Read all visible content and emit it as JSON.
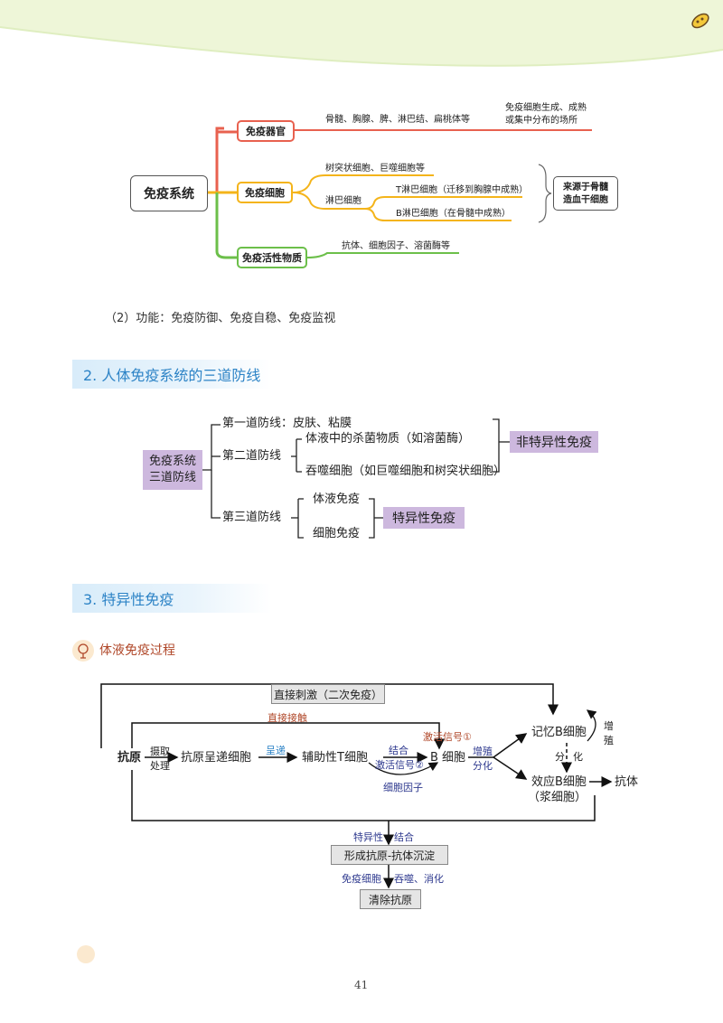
{
  "mindmap": {
    "root": "免疫系统",
    "organs": {
      "label": "免疫器官",
      "desc": "骨髓、胸腺、脾、淋巴结、扁桃体等",
      "note": [
        "免疫细胞生成、成熟",
        "或集中分布的场所"
      ]
    },
    "cells": {
      "label": "免疫细胞",
      "item1": "树突状细胞、巨噬细胞等",
      "lymph": "淋巴细胞",
      "t_cell": "T淋巴细胞（迁移到胸腺中成熟）",
      "b_cell": "B淋巴细胞（在骨髓中成熟）",
      "origin": [
        "来源于骨髓",
        "造血干细胞"
      ]
    },
    "active": {
      "label": "免疫活性物质",
      "desc": "抗体、细胞因子、溶菌酶等"
    }
  },
  "function_text": "（2）功能：免疫防御、免疫自稳、免疫监视",
  "section2": {
    "title": "2. 人体免疫系统的三道防线"
  },
  "defense": {
    "root": [
      "免疫系统",
      "三道防线"
    ],
    "first": "第一道防线：皮肤、粘膜",
    "second": "第二道防线",
    "second_a": "体液中的杀菌物质（如溶菌酶）",
    "second_b": "吞噬细胞（如巨噬细胞和树突状细胞）",
    "nonspecific": "非特异性免疫",
    "third": "第三道防线",
    "third_a": "体液免疫",
    "third_b": "细胞免疫",
    "specific": "特异性免疫"
  },
  "section3": {
    "title": "3. 特异性免疫"
  },
  "subtitle": "体液免疫过程",
  "flow": {
    "direct_stim": "直接刺激（二次免疫）",
    "direct_contact": "直接接触",
    "antigen": "抗原",
    "uptake": [
      "摄取",
      "处理"
    ],
    "apc": "抗原呈递细胞",
    "present": "呈递",
    "helper_t": "辅助性T细胞",
    "bind": "结合",
    "signal1": "激活信号①",
    "signal2": "激活信号②",
    "cytokine": "细胞因子",
    "b_cell": "B 细胞",
    "prolif": [
      "增殖",
      "分化"
    ],
    "memory_b": "记忆B细胞",
    "zengzhi": [
      "增",
      "殖"
    ],
    "fenhua": [
      "分",
      "化"
    ],
    "plasma": [
      "效应B细胞",
      "（浆细胞）"
    ],
    "antibody": "抗体",
    "specific_bind": [
      "特异性",
      "结合"
    ],
    "precipitate": "形成抗原-抗体沉淀",
    "immune_cell": "免疫细胞",
    "phago": "吞噬、消化",
    "clear": "清除抗原"
  },
  "page_number": "41",
  "colors": {
    "red": "#e8614f",
    "orange": "#f4b41a",
    "green": "#6cbf4a",
    "purple_box": "#cdb8de",
    "blue": "#2c83c6",
    "brown": "#b0482a",
    "navy": "#2f3a8f"
  }
}
